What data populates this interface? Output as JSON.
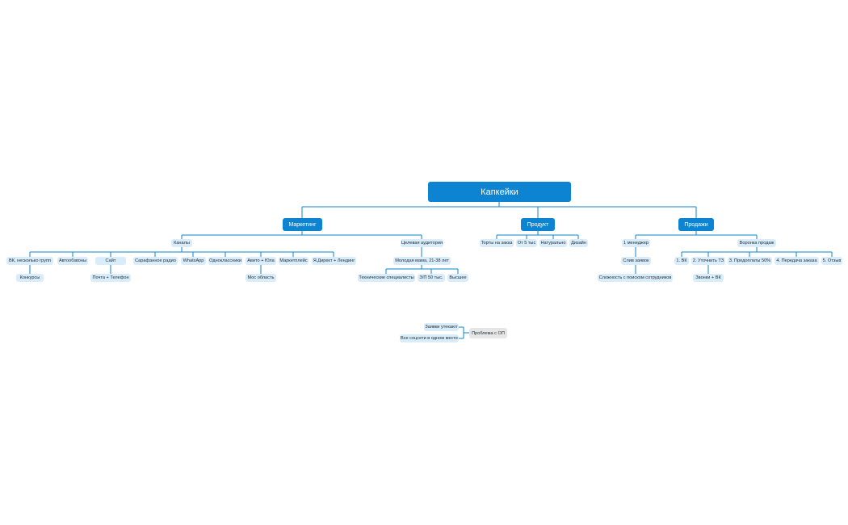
{
  "mindmap": {
    "root": "Капкейки",
    "branches": {
      "marketing": {
        "label": "Маркетинг",
        "channels": {
          "label": "Каналы",
          "items": {
            "vk": "ВК, несколько групп",
            "vk_contests": "Конкурсы",
            "autoreviews": "Автообзвоны",
            "site": "Сайт",
            "site_contacts": "Почта + Телефон",
            "word_of_mouth": "Сарафанное радио",
            "whatsapp": "WhatsApp",
            "odnoklassniki": "Одноклассники",
            "avito": "Авито + Юла",
            "avito_region": "Мос область",
            "marketplace": "Маркетплейс",
            "yandex": "Я.Директ + Лендинг"
          }
        },
        "audience": {
          "label": "Целевая аудитория",
          "profile": "Молодая мама, 21-38 лет",
          "traits": {
            "tech": "Технические специалисты",
            "salary": "З/П 50 тыс.",
            "education": "Высшее"
          }
        }
      },
      "product": {
        "label": "Продукт",
        "items": {
          "custom_cakes": "Торты на заказ",
          "price": "От 5 тыс",
          "natural": "Натурально",
          "design": "Дизайн"
        }
      },
      "sales": {
        "label": "Продажи",
        "manager": {
          "label": "1 менеджер",
          "leak": "Слив заявок",
          "hiring": "Сложность с поиском сотрудников"
        },
        "funnel": {
          "label": "Воронка продаж",
          "steps": {
            "s1": "1. ВК",
            "s2": "2. Уточнить ТЗ",
            "s2_sub": "Звонки + ВК",
            "s3": "3. Предоплаты 50%",
            "s4": "4. Передача заказа",
            "s5": "5. Отзыв"
          }
        }
      }
    },
    "floating": {
      "label": "Проблема с ОП",
      "leaks": "Заявки утекают",
      "socials": "Все соцсети в одном месте"
    }
  },
  "colors": {
    "root_fill": "#0c84d1",
    "main_fill": "#0c84d1",
    "sub_fill": "#d9ecf9",
    "floating_fill": "#e6e6e6",
    "line": "#0c84d1"
  }
}
